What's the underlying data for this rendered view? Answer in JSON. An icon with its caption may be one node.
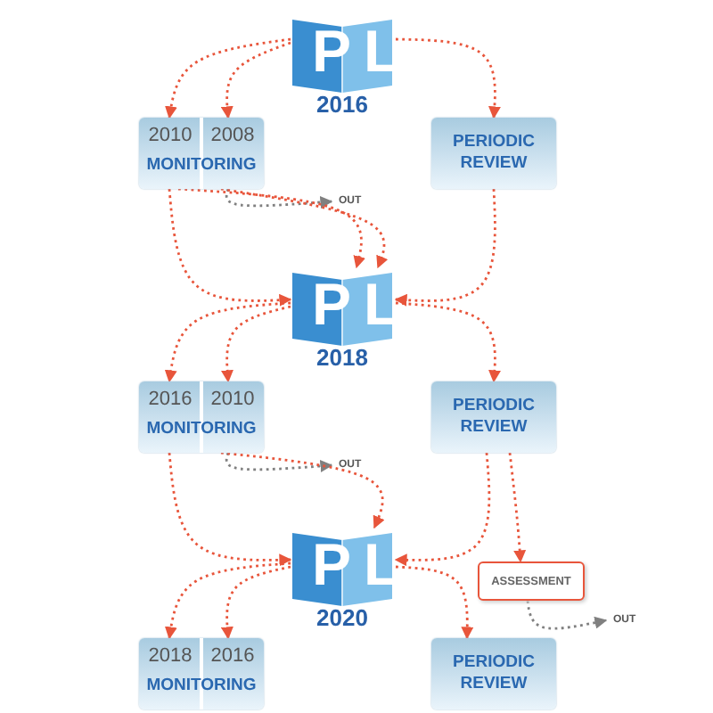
{
  "diagram": {
    "nodes": [
      {
        "text": [
          "PL",
          "2016"
        ]
      },
      {
        "text": [
          "2010",
          "2008",
          "MONITORING"
        ]
      },
      {
        "text": [
          "PERIODIC REVIEW"
        ]
      },
      {
        "text": [
          "OUT"
        ]
      },
      {
        "text": [
          "PL",
          "2018"
        ]
      },
      {
        "text": [
          "2016",
          "2010",
          "MONITORING"
        ]
      },
      {
        "text": [
          "PERIODIC REVIEW"
        ]
      },
      {
        "text": [
          "OUT"
        ]
      },
      {
        "text": [
          "PL",
          "2020"
        ]
      },
      {
        "text": [
          "ASSESSMENT"
        ]
      },
      {
        "text": [
          "OUT"
        ]
      },
      {
        "text": [
          "2018",
          "2016",
          "MONITORING"
        ]
      },
      {
        "text": [
          "PERIODIC REVIEW"
        ]
      }
    ],
    "edges": [
      {
        "from": 0,
        "to": 1,
        "arrow": "to"
      },
      {
        "from": 0,
        "to": 1,
        "arrow": "to"
      },
      {
        "from": 0,
        "to": 2,
        "arrow": "to"
      },
      {
        "from": 1,
        "to": 3,
        "arrow": "to",
        "color": "#808080"
      },
      {
        "from": 1,
        "to": 4,
        "arrow": "to"
      },
      {
        "from": 1,
        "to": 4,
        "arrow": "to"
      },
      {
        "from": 1,
        "to": 4,
        "arrow": "to"
      },
      {
        "from": 2,
        "to": 4,
        "arrow": "to"
      },
      {
        "from": 4,
        "to": 5,
        "arrow": "to"
      },
      {
        "from": 4,
        "to": 5,
        "arrow": "to"
      },
      {
        "from": 4,
        "to": 6,
        "arrow": "to"
      },
      {
        "from": 5,
        "to": 7,
        "arrow": "to",
        "color": "#808080"
      },
      {
        "from": 5,
        "to": 8,
        "arrow": "to"
      },
      {
        "from": 5,
        "to": 8,
        "arrow": "to"
      },
      {
        "from": 6,
        "to": 8,
        "arrow": "to"
      },
      {
        "from": 6,
        "to": 9,
        "arrow": "to"
      },
      {
        "from": 9,
        "to": 10,
        "arrow": "to",
        "color": "#808080"
      },
      {
        "from": 8,
        "to": 11,
        "arrow": "to"
      },
      {
        "from": 8,
        "to": 11,
        "arrow": "to"
      },
      {
        "from": 8,
        "to": 12,
        "arrow": "to"
      }
    ]
  }
}
